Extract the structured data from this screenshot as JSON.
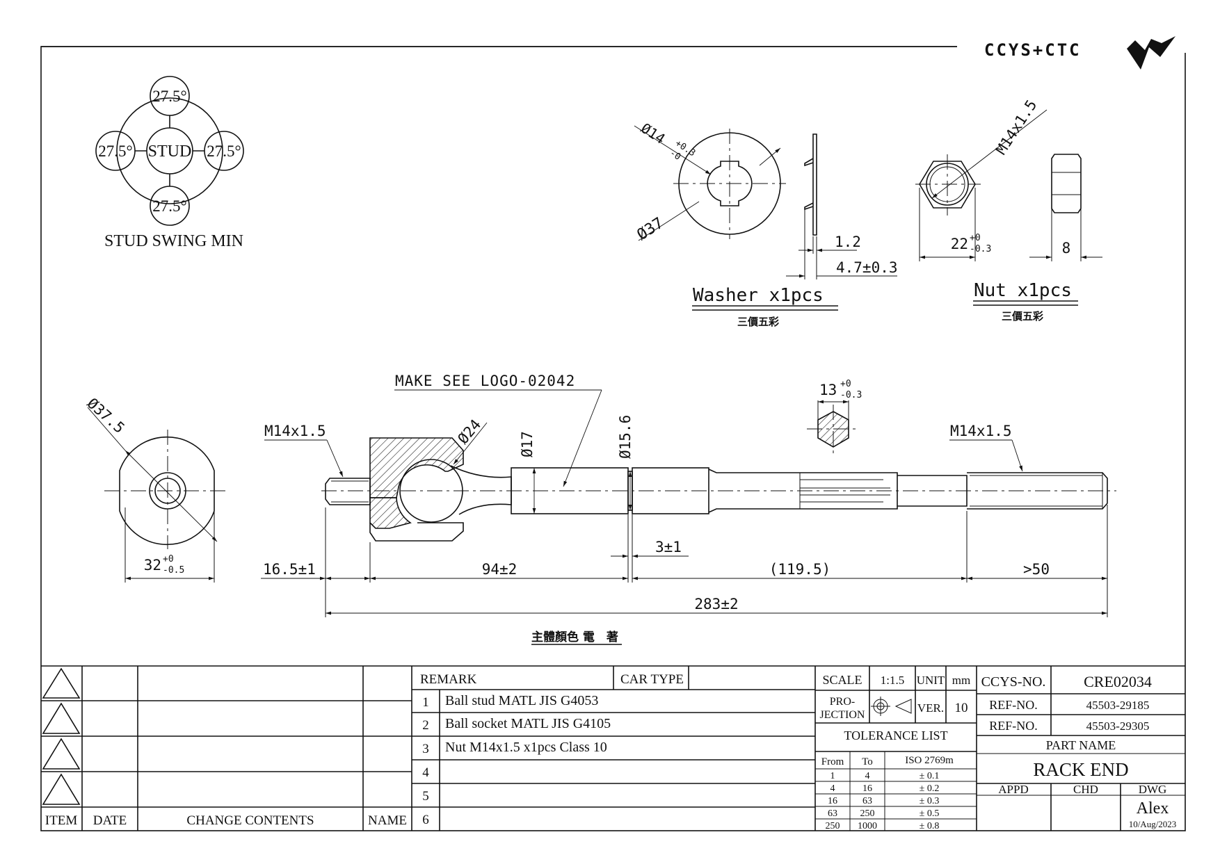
{
  "brand": {
    "logo_text": "CCYS+CTC"
  },
  "stud_swing": {
    "center_label": "STUD",
    "angles": [
      "27.5°",
      "27.5°",
      "27.5°",
      "27.5°"
    ],
    "caption": "STUD SWING MIN"
  },
  "washer": {
    "dim_inner": "Ø14",
    "dim_inner_tol_plus": "+0.3",
    "dim_inner_tol_minus": "-0",
    "dim_outer": "Ø37",
    "dim_thickness": "1.2",
    "dim_height": "4.7±0.3",
    "title": "Washer x1pcs",
    "finish": "三價五彩"
  },
  "nut": {
    "dim_thread": "M14x1.5",
    "dim_width": "22",
    "dim_width_tol_plus": "+0",
    "dim_width_tol_minus": "-0.3",
    "dim_thickness": "8",
    "title": "Nut x1pcs",
    "finish": "三價五彩"
  },
  "main_view": {
    "end_dia": "Ø37.5",
    "end_width": "32",
    "end_width_tol_plus": "+0",
    "end_width_tol_minus": "-0.5",
    "left_thread": "M14x1.5",
    "logo_note": "MAKE SEE LOGO-02042",
    "ball_dia": "Ø24",
    "shaft_dia": "Ø17",
    "groove_dia": "Ø15.6",
    "hex": "13",
    "hex_tol_plus": "+0",
    "hex_tol_minus": "-0.3",
    "right_thread": "M14x1.5",
    "dim_a": "16.5±1",
    "dim_b": "94±2",
    "dim_c": "3±1",
    "dim_d": "(119.5)",
    "dim_e": ">50",
    "dim_total": "283±2",
    "body_finish": "主體顏色 電　著"
  },
  "revision_table": {
    "headers": [
      "ITEM",
      "DATE",
      "CHANGE CONTENTS",
      "NAME"
    ]
  },
  "remarks": {
    "header": "REMARK",
    "car_type_label": "CAR TYPE",
    "car_type_value": "",
    "items": [
      {
        "no": "1",
        "text": "Ball stud MATL JIS G4053"
      },
      {
        "no": "2",
        "text": "Ball socket MATL JIS G4105"
      },
      {
        "no": "3",
        "text": "Nut M14x1.5 x1pcs Class 10"
      },
      {
        "no": "4",
        "text": ""
      },
      {
        "no": "5",
        "text": ""
      },
      {
        "no": "6",
        "text": ""
      }
    ]
  },
  "drawing_info": {
    "scale_label": "SCALE",
    "scale_value": "1:1.5",
    "unit_label": "UNIT",
    "unit_value": "mm",
    "projection_label_1": "PRO-",
    "projection_label_2": "JECTION",
    "ver_label": "VER.",
    "ver_value": "10",
    "tolerance_title": "TOLERANCE LIST",
    "tolerance_headers": [
      "From",
      "To",
      "ISO 2769m"
    ],
    "tolerance_rows": [
      [
        "1",
        "4",
        "± 0.1"
      ],
      [
        "4",
        "16",
        "± 0.2"
      ],
      [
        "16",
        "63",
        "± 0.3"
      ],
      [
        "63",
        "250",
        "± 0.5"
      ],
      [
        "250",
        "1000",
        "± 0.8"
      ]
    ]
  },
  "title_block": {
    "ccys_no_label": "CCYS-NO.",
    "ccys_no": "CRE02034",
    "ref1_label": "REF-NO.",
    "ref1": "45503-29185",
    "ref2_label": "REF-NO.",
    "ref2": "45503-29305",
    "part_name_label": "PART NAME",
    "part_name": "RACK END",
    "appd_label": "APPD",
    "chd_label": "CHD",
    "dwg_label": "DWG",
    "drawn_by": "Alex",
    "date": "10/Aug/2023"
  }
}
